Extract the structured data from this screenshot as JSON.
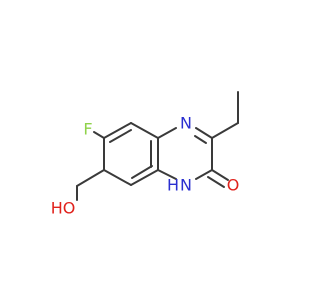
{
  "molecule": {
    "atoms": {
      "fluorine": "F",
      "ring_nitrogen": "N",
      "nh": "NH",
      "nh_n": "N",
      "nh_h": "H",
      "carbonyl_oxygen": "O",
      "hydroxyl": "HO"
    },
    "colors": {
      "bond": "#3a3a3a",
      "carbon": "#3a3a3a",
      "fluorine": "#8fd24a",
      "nitrogen": "#2a2fd0",
      "oxygen": "#e0221c"
    }
  }
}
